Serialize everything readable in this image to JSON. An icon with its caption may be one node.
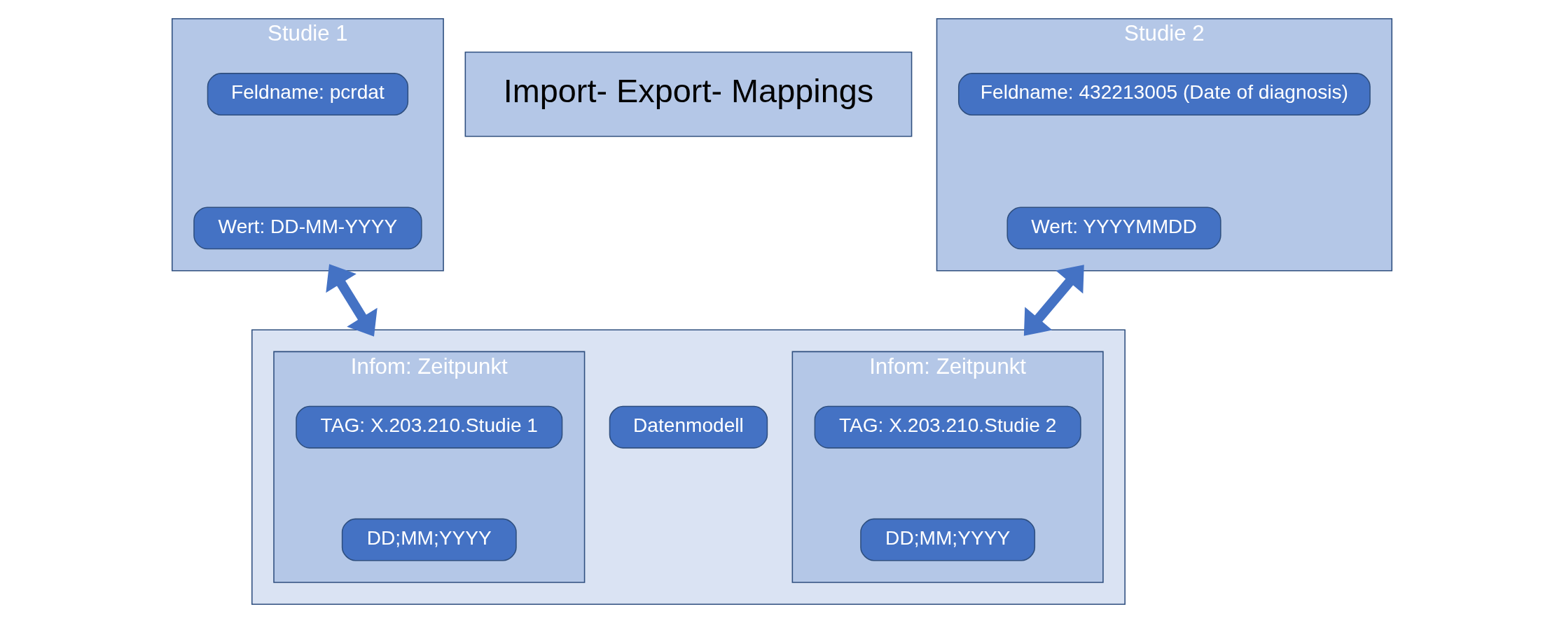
{
  "diagram": {
    "nodes": [
      {
        "text": [
          "Studie 1"
        ]
      },
      {
        "text": [
          "Feldname: pcrdat"
        ],
        "in": 0
      },
      {
        "text": [
          "Wert: DD-MM-YYYY"
        ],
        "in": 0
      },
      {
        "text": [
          "Import- Export- Mappings"
        ]
      },
      {
        "text": [
          "Studie 2"
        ]
      },
      {
        "text": [
          "Feldname: 432213005 (Date of diagnosis)"
        ],
        "in": 4
      },
      {
        "text": [
          "Wert: YYYYMMDD"
        ],
        "in": 4
      },
      {
        "text": [],
        "shape": "box"
      },
      {
        "text": [
          "Infom: Zeitpunkt"
        ],
        "in": 7
      },
      {
        "text": [
          "TAG: X.203.210.Studie 1"
        ],
        "in": 8
      },
      {
        "text": [
          "DD;MM;YYYY"
        ],
        "in": 8
      },
      {
        "text": [
          "Datenmodell"
        ],
        "in": 7
      },
      {
        "text": [
          "Infom: Zeitpunkt"
        ],
        "in": 7
      },
      {
        "text": [
          "TAG: X.203.210.Studie 2"
        ],
        "in": 12
      },
      {
        "text": [
          "DD;MM;YYYY"
        ],
        "in": 12
      }
    ],
    "edges": [
      {
        "from": 0,
        "to": 7,
        "arrow": "both"
      },
      {
        "from": 4,
        "to": 7,
        "arrow": "both"
      }
    ]
  }
}
